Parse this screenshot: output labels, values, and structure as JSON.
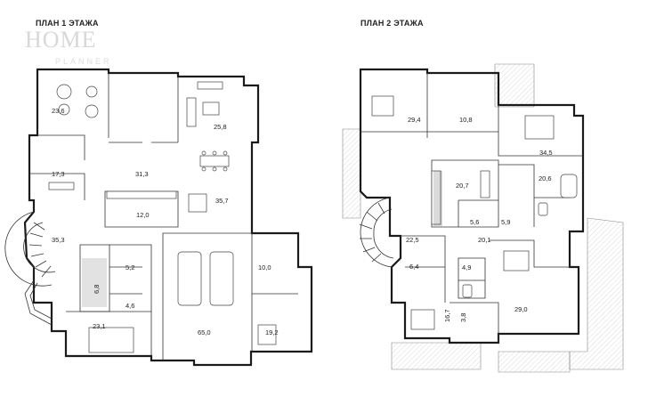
{
  "plans": {
    "floor1_title": "ПЛАН 1 ЭТАЖА",
    "floor2_title": "ПЛАН 2 ЭТАЖА"
  },
  "watermark": {
    "main": "HOME",
    "sub": "PLANNER"
  },
  "floor1_areas": [
    "23,6",
    "25,8",
    "17,3",
    "31,3",
    "35,7",
    "12,0",
    "35,3",
    "5,2",
    "6,8",
    "4,6",
    "10,0",
    "65,0",
    "23,1",
    "19,2"
  ],
  "floor2_areas": [
    "29,4",
    "10,8",
    "34,5",
    "20,7",
    "20,6",
    "5,6",
    "5,9",
    "22,5",
    "20,1",
    "6,4",
    "4,9",
    "16,7",
    "3,8",
    "29,0"
  ]
}
